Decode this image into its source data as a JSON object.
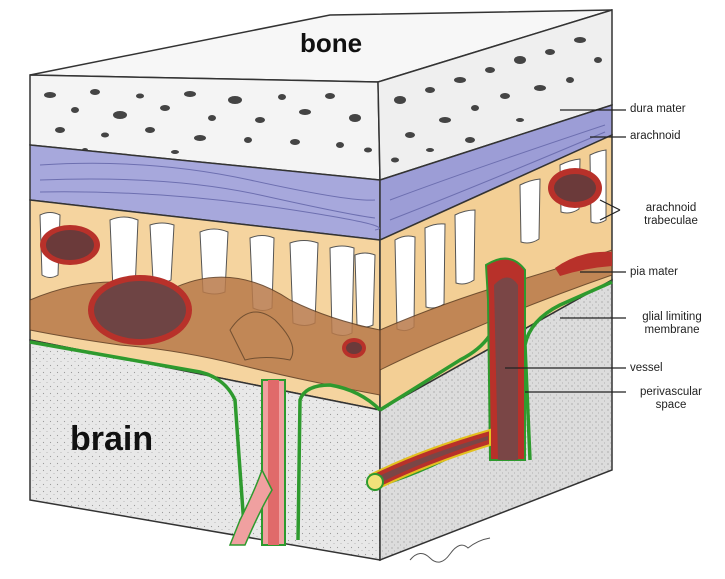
{
  "title_labels": {
    "bone": "bone",
    "brain": "brain"
  },
  "labels": {
    "dura_mater": "dura mater",
    "arachnoid": "arachnoid",
    "arachnoid_trabeculae_1": "arachnoid",
    "arachnoid_trabeculae_2": "trabeculae",
    "pia_mater": "pia mater",
    "glial_limiting_1": "glial limiting",
    "glial_limiting_2": "membrane",
    "vessel": "vessel",
    "perivascular_1": "perivascular",
    "perivascular_2": "space"
  },
  "colors": {
    "bone": "#f2f2f2",
    "dura": "#a7a8dc",
    "subarachnoid": "#f5d49f",
    "pia_brown": "#b97a4a",
    "vessel_red": "#b8312a",
    "vessel_inner": "#6b3a3a",
    "glia_green": "#2e9a2e",
    "brain": "#e7e7e7"
  }
}
